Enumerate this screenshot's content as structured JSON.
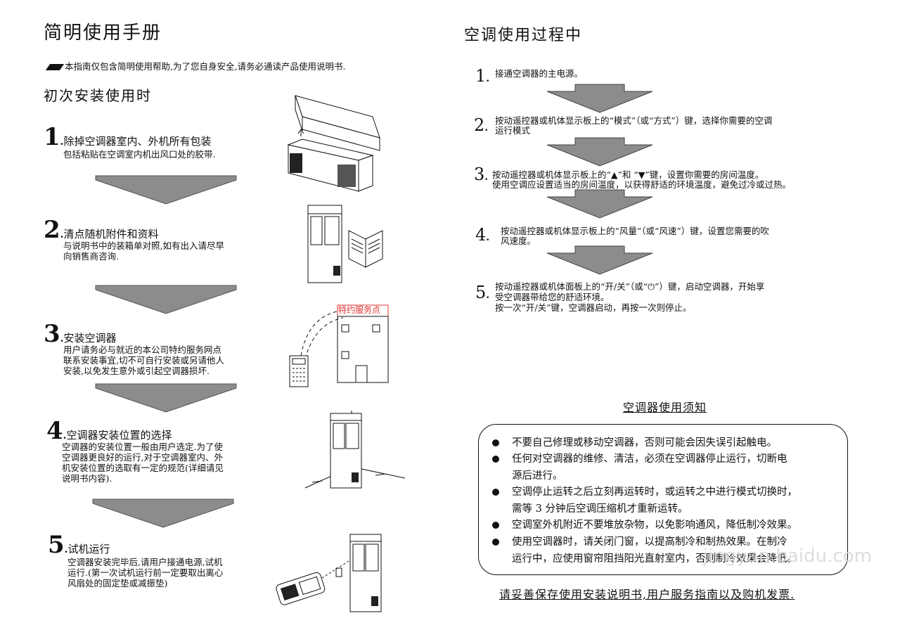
{
  "left": {
    "title": "简明使用手册",
    "intro": "本指南仅包含简明使用帮助,为了您自身安全,请务必通读产品使用说明书.",
    "section_title": "初次安装使用时",
    "steps": [
      {
        "num": "1",
        "title": "除掉空调器室内、外机所有包装",
        "lines": [
          "包括粘贴在空调室内机出风口处的胶带."
        ]
      },
      {
        "num": "2",
        "title": "清点随机附件和资料",
        "lines": [
          "与说明书中的装箱单对照,如有出入请尽早",
          "向销售商咨询."
        ]
      },
      {
        "num": "3",
        "title": "安装空调器",
        "lines": [
          "用户请务必与就近的本公司特约服务网点",
          "联系安装事宜,切不可自行安装或另请他人",
          "安装,以免发生意外或引起空调器损坏."
        ]
      },
      {
        "num": "4",
        "title": "空调器安装位置的选择",
        "lines": [
          "空调器的安装位置一般由用户选定.为了使",
          "空调器更良好的运行,对于空调器室内、外",
          "机安装位置的选取有一定的规范(详细请见",
          "说明书内容)."
        ]
      },
      {
        "num": "5",
        "title": "试机运行",
        "lines": [
          "空调器安装完毕后,请用户接通电源,试机",
          "运行.(第一次试机运行前一定要取出离心",
          "风扇处的固定垫或减振垫)"
        ]
      }
    ],
    "service_sign": "特约服务点"
  },
  "right": {
    "title": "空调使用过程中",
    "steps": [
      {
        "num": "1",
        "lines": [
          "接通空调器的主电源。"
        ]
      },
      {
        "num": "2",
        "lines": [
          "按动遥控器或机体显示板上的“模式”（或“方式”）键，选择你需要的空调",
          "运行模式"
        ]
      },
      {
        "num": "3",
        "lines": [
          "按动遥控器或机体显示板上的“▲”和 “▼”键，设置你需要的房间温度。",
          "使用空调应设置适当的房间温度，以获得舒适的环境温度，避免过冷或过热。"
        ]
      },
      {
        "num": "4",
        "lines": [
          "按动遥控器或机体显示板上的“风量”（或“风速”）键，设置您需要的吹",
          "风速度。"
        ]
      },
      {
        "num": "5",
        "lines": [
          "按动遥控器或机体面板上的“开/关”（或“⏻”）键，启动空调器，开始享",
          "受空调器带给您的舒适环境。",
          "按一次“开/关”键，空调器启动，再按一次则停止。"
        ]
      }
    ],
    "notice_title": "空调器使用须知",
    "notices": [
      [
        "不要自己修理或移动空调器，否则可能会因失误引起触电。"
      ],
      [
        "任何对空调器的维修、清洁，必须在空调器停止运行，切断电",
        "源后进行。"
      ],
      [
        "空调停止运转之后立刻再运转时，或运转之中进行模式切换时，",
        "需等 3 分钟后空调压缩机才重新运转。"
      ],
      [
        "空调室外机附近不要堆放杂物，以免影响通风，降低制冷效果。"
      ],
      [
        "使用空调器时，请关闭门窗，以提高制冷和制热效果。在制冷",
        "运行中，应使用窗帘阻挡阳光直射室内，否则制冷效果会降低。"
      ]
    ],
    "footer": "请妥善保存使用安装说明书,用户服务指南以及购机发票."
  },
  "watermark": "jingyan.baidu.com"
}
